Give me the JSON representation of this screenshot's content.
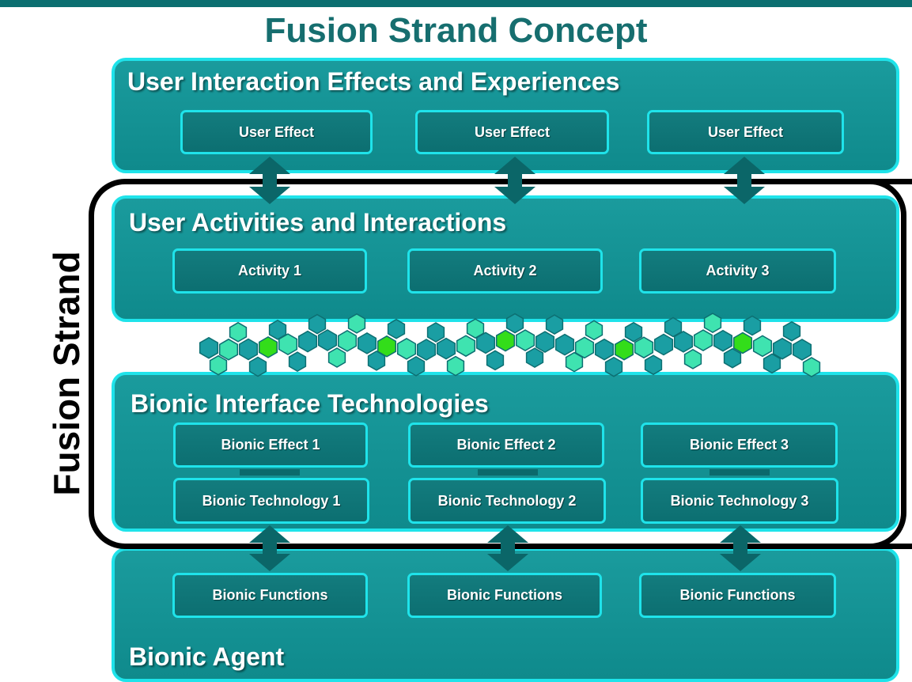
{
  "title": "Fusion Strand Concept",
  "side_label": "Fusion Strand",
  "panels": {
    "experiences": {
      "title": "User Interaction Effects and Experiences",
      "boxes": [
        "User Effect",
        "User Effect",
        "User Effect"
      ]
    },
    "activities": {
      "title": "User Activities and Interactions",
      "boxes": [
        "Activity 1",
        "Activity 2",
        "Activity 3"
      ]
    },
    "bionic_interface": {
      "title": "Bionic Interface Technologies",
      "effects": [
        "Bionic Effect 1",
        "Bionic Effect 2",
        "Bionic Effect 3"
      ],
      "technologies": [
        "Bionic Technology 1",
        "Bionic Technology 2",
        "Bionic Technology 3"
      ]
    },
    "bionic_agent": {
      "title": "Bionic Agent",
      "boxes": [
        "Bionic Functions",
        "Bionic Functions",
        "Bionic Functions"
      ]
    }
  },
  "colors": {
    "panel_fill": "#13929a",
    "panel_border": "#1fe3ea",
    "hex_teal": "#1a9ea3",
    "hex_mint": "#3fe3b0",
    "hex_green": "#33dd1a",
    "outline": "#000000",
    "title": "#166e6f"
  }
}
